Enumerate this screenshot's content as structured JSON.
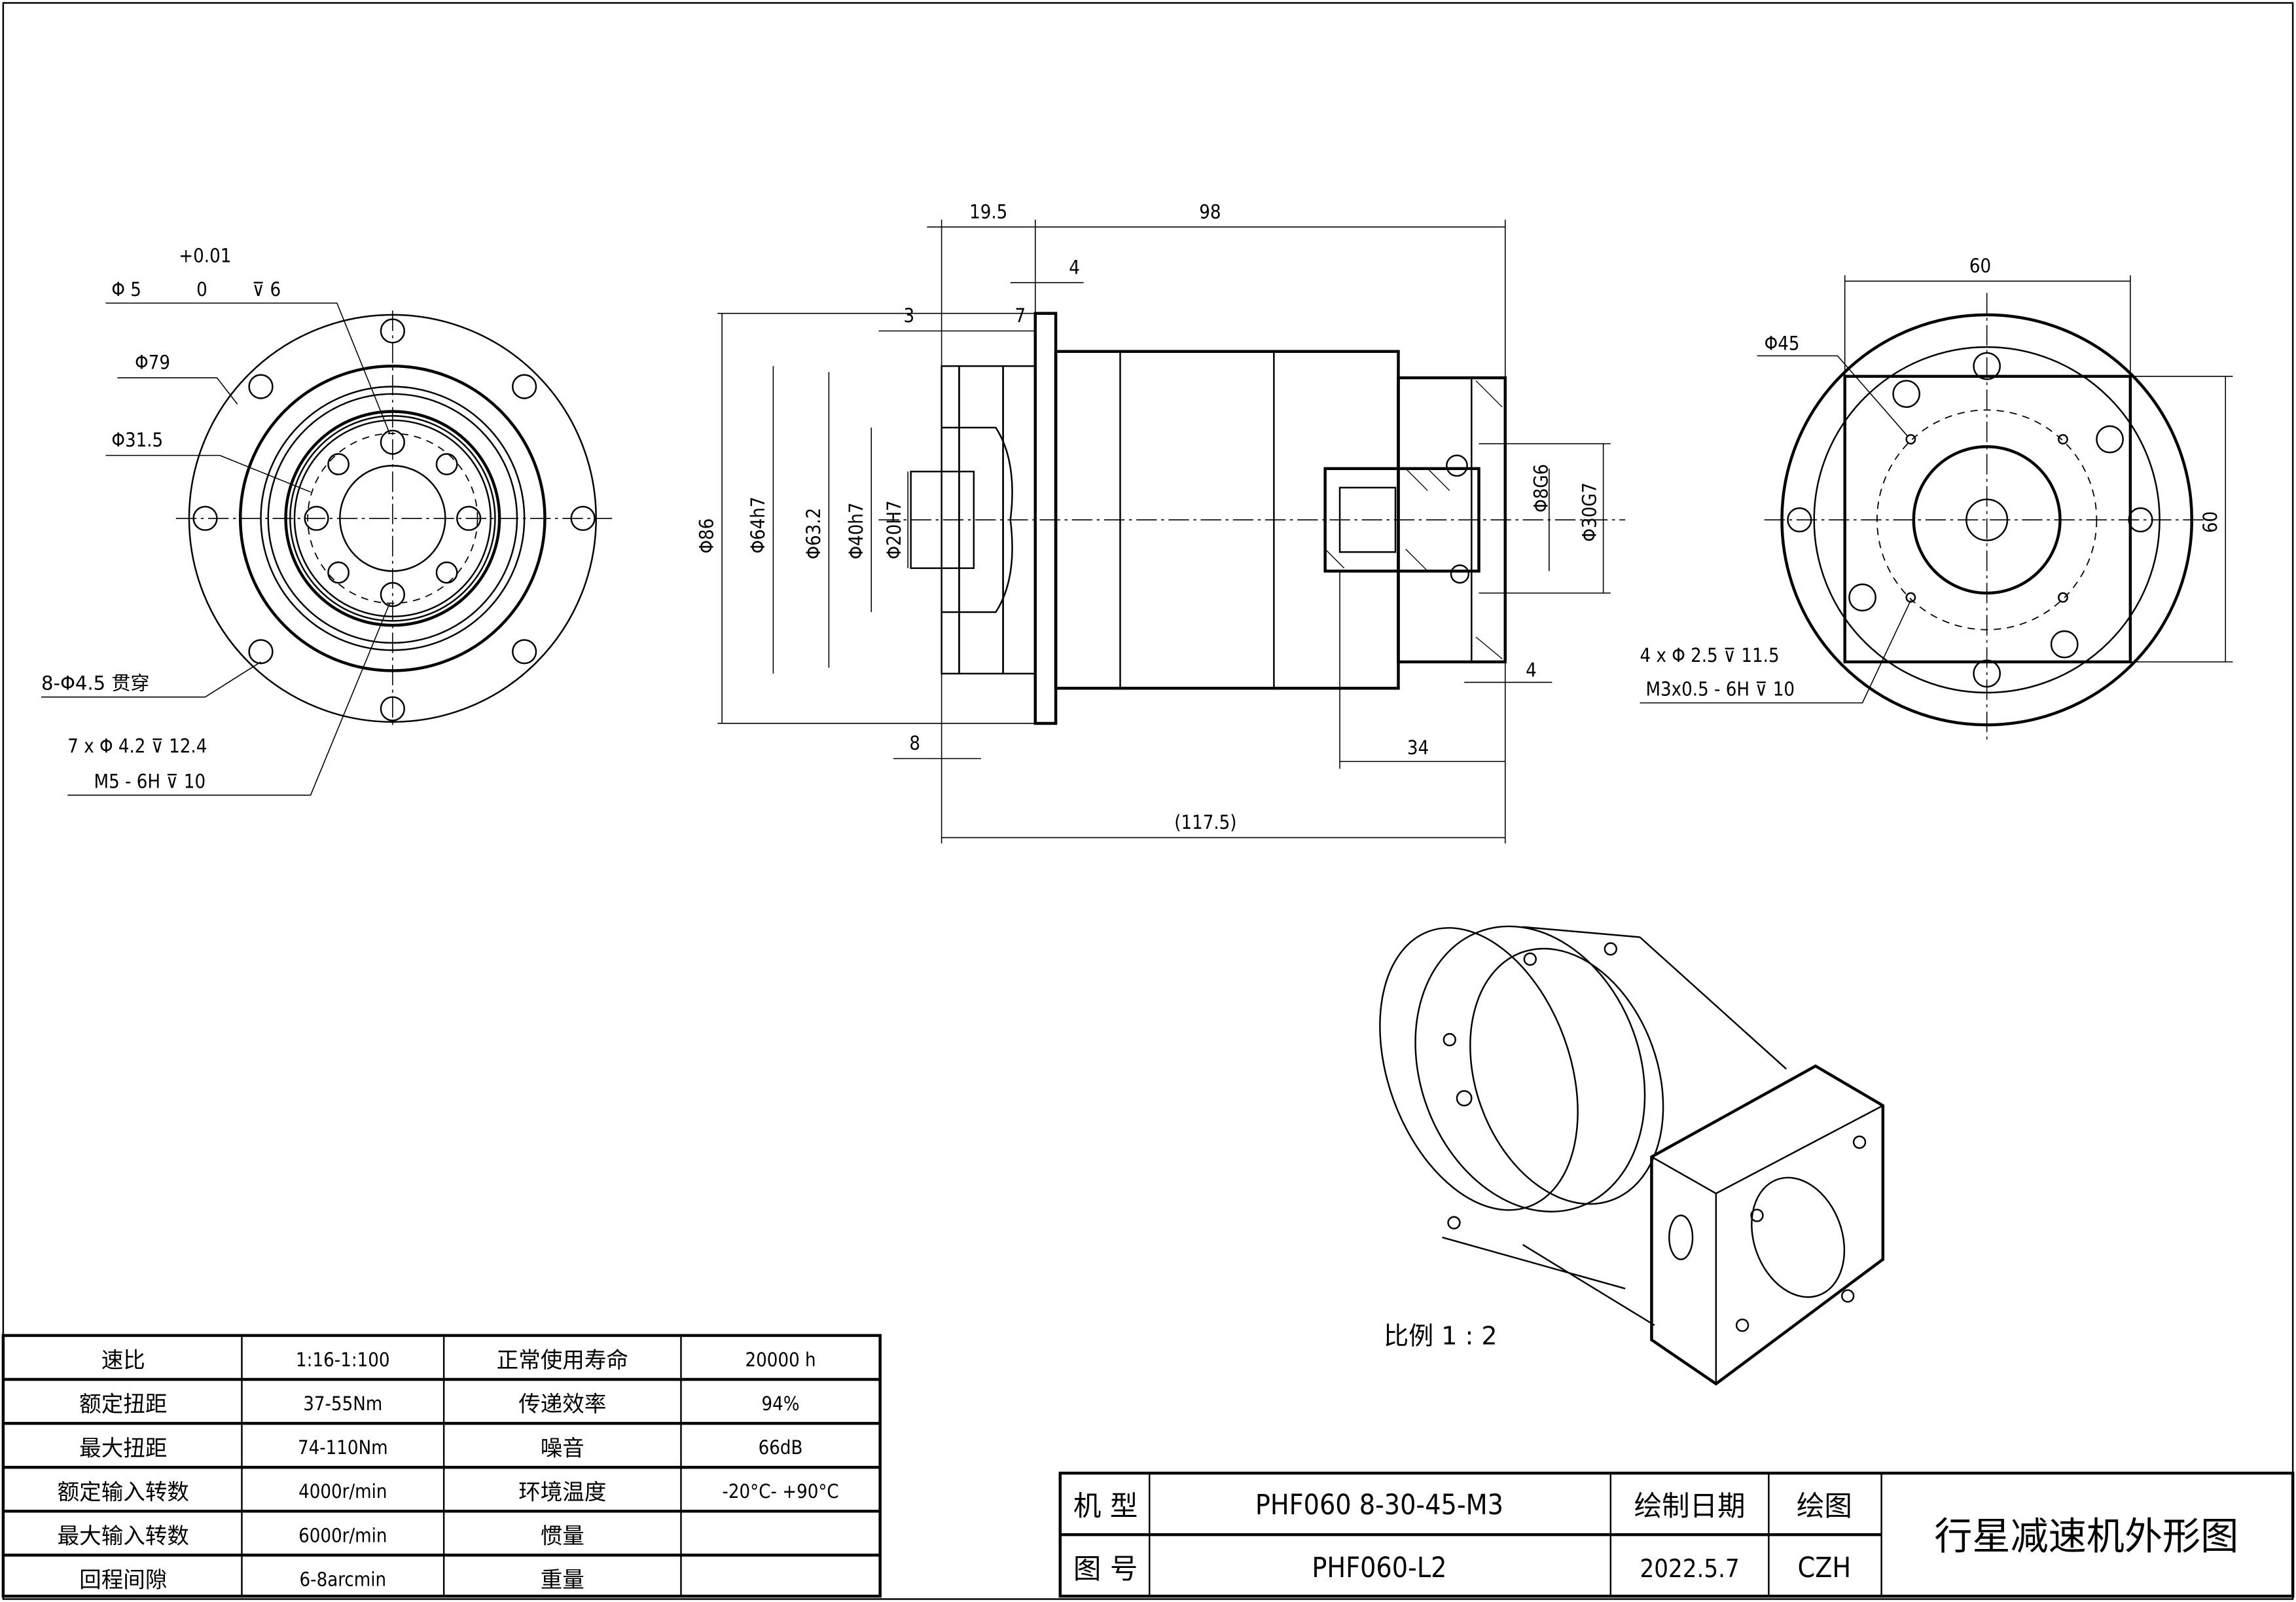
{
  "left_view": {
    "tol_upper": "+0.01",
    "tol_lower": "0",
    "pin_hole": "Φ 5",
    "pin_depth": "⊽ 6",
    "dia_79": "Φ79",
    "dia_31_5": "Φ31.5",
    "through_holes": "8-Φ4.5 贯穿",
    "tap_line1": "7 x Φ 4.2 ⊽ 12.4",
    "tap_line2": "M5 - 6H ⊽ 10"
  },
  "side_view": {
    "dim_19_5": "19.5",
    "dim_98": "98",
    "dim_4_top": "4",
    "dim_3": "3",
    "dim_7": "7",
    "dia_86": "Φ86",
    "dia_64h7": "Φ64h7",
    "dia_63_2": "Φ63.2",
    "dia_40h7": "Φ40h7",
    "dia_20h7": "Φ20H7",
    "dia_8g6": "Φ8G6",
    "dia_30g7": "Φ30G7",
    "dim_4_bottom": "4",
    "dim_34": "34",
    "dim_8": "8",
    "dim_117_5": "(117.5)"
  },
  "right_view": {
    "dim_60_h": "60",
    "dim_60_v": "60",
    "dia_45": "Φ45",
    "tap_line1": "4 x Φ 2.5 ⊽ 11.5",
    "tap_line2": "M3x0.5 - 6H ⊽ 10"
  },
  "scale_note": "比例 1 : 2",
  "spec_table": {
    "rows": [
      [
        "速比",
        "1:16-1:100",
        "正常使用寿命",
        "20000 h"
      ],
      [
        "额定扭距",
        "37-55Nm",
        "传递效率",
        "94%"
      ],
      [
        "最大扭距",
        "74-110Nm",
        "噪音",
        "66dB"
      ],
      [
        "额定输入转数",
        "4000r/min",
        "环境温度",
        "-20°C- +90°C"
      ],
      [
        "最大输入转数",
        "6000r/min",
        "惯量",
        ""
      ],
      [
        "回程间隙",
        "6-8arcmin",
        "重量",
        ""
      ]
    ]
  },
  "title_block": {
    "model_label": "机 型",
    "model_value": "PHF060 8-30-45-M3",
    "date_label": "绘制日期",
    "drawer_label": "绘图",
    "drawing_no_label": "图 号",
    "drawing_no_value": "PHF060-L2",
    "date_value": "2022.5.7",
    "drawer_value": "CZH",
    "title": "行星减速机外形图"
  }
}
